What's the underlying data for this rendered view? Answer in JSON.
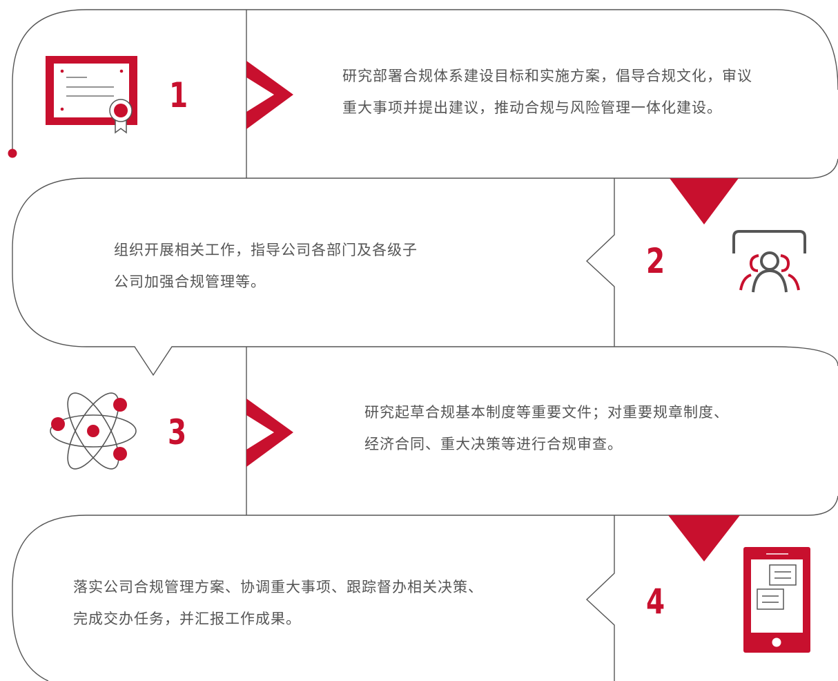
{
  "colors": {
    "accent": "#c8102e",
    "outline": "#555555",
    "text": "#555555"
  },
  "steps": [
    {
      "number": "1",
      "icon": "certificate-icon",
      "lines": [
        "研究部署合规体系建设目标和实施方案，倡导合规文化，审议",
        "重大事项并提出建议，推动合规与风险管理一体化建设。"
      ]
    },
    {
      "number": "2",
      "icon": "team-icon",
      "lines": [
        "组织开展相关工作，指导公司各部门及各级子",
        "公司加强合规管理等。"
      ]
    },
    {
      "number": "3",
      "icon": "atom-icon",
      "lines": [
        "研究起草合规基本制度等重要文件；对重要规章制度、",
        "经济合同、重大决策等进行合规审查。"
      ]
    },
    {
      "number": "4",
      "icon": "mobile-document-icon",
      "lines": [
        "落实公司合规管理方案、协调重大事项、跟踪督办相关决策、",
        "完成交办任务，并汇报工作成果。"
      ]
    }
  ]
}
